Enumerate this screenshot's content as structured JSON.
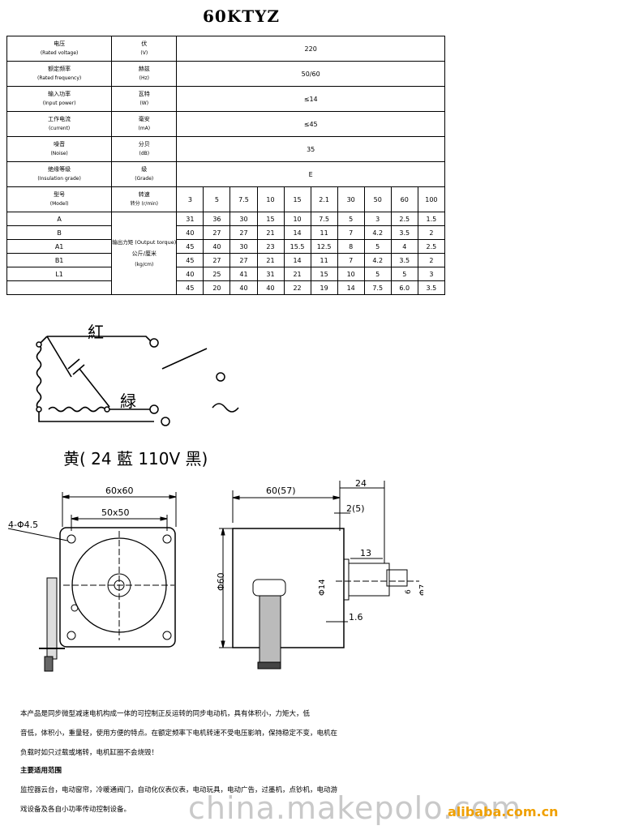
{
  "title": "60KTYZ",
  "specs": {
    "voltage": {
      "zh": "电压",
      "en": "(Rated voltage)",
      "unit_zh": "伏",
      "unit_en": "(V)",
      "value": "220"
    },
    "frequency": {
      "zh": "额定频率",
      "en": "(Rated frequency)",
      "unit_zh": "赫兹",
      "unit_en": "(Hz)",
      "value": "50/60"
    },
    "power": {
      "zh": "输入功率",
      "en": "(Input power)",
      "unit_zh": "瓦特",
      "unit_en": "(W)",
      "value": "≤14"
    },
    "current": {
      "zh": "工作电流",
      "en": "(current)",
      "unit_zh": "毫安",
      "unit_en": "(mA)",
      "value": "≤45"
    },
    "noise": {
      "zh": "噪音",
      "en": "(Noise)",
      "unit_zh": "分贝",
      "unit_en": "(dB)",
      "value": "35"
    },
    "insulation": {
      "zh": "绝缘等级",
      "en": "(Insulation grade)",
      "unit_zh": "级",
      "unit_en": "(Grade)",
      "value": "E"
    },
    "model": {
      "zh": "型号",
      "en": "(Model)"
    },
    "speed_label": {
      "zh": "转速",
      "line2": "转分 (r/min)"
    },
    "speeds": [
      "3",
      "5",
      "7.5",
      "10",
      "15",
      "2.1",
      "30",
      "50",
      "60",
      "100"
    ],
    "torque_label": {
      "zh": "输出力矩 (Output torque)",
      "unit": "公斤/厘米",
      "unit_en": "(kg/cm)"
    },
    "rows": [
      {
        "model": "A",
        "values": [
          "31",
          "36",
          "30",
          "15",
          "10",
          "7.5",
          "5",
          "3",
          "2.5",
          "1.5"
        ]
      },
      {
        "model": "B",
        "values": [
          "40",
          "27",
          "27",
          "21",
          "14",
          "11",
          "7",
          "4.2",
          "3.5",
          "2"
        ]
      },
      {
        "model": "A1",
        "values": [
          "45",
          "40",
          "30",
          "23",
          "15.5",
          "12.5",
          "8",
          "5",
          "4",
          "2.5"
        ]
      },
      {
        "model": "B1",
        "values": [
          "45",
          "27",
          "27",
          "21",
          "14",
          "11",
          "7",
          "4.2",
          "3.5",
          "2"
        ]
      },
      {
        "model": "L1",
        "values": [
          "40",
          "25",
          "41",
          "31",
          "21",
          "15",
          "10",
          "5",
          "5",
          "3"
        ]
      },
      {
        "model": "",
        "values": [
          "45",
          "20",
          "40",
          "40",
          "22",
          "19",
          "14",
          "7.5",
          "6.0",
          "3.5"
        ]
      }
    ]
  },
  "wiring": {
    "red": "紅",
    "green": "緑",
    "tilde": "~",
    "legend": "黄( 24 藍 110V 黑)"
  },
  "dims": {
    "front_outer": "60x60",
    "front_inner": "50x50",
    "holes": "4-Φ4.5",
    "side_length": "60(57)",
    "shaft_total": "24",
    "shaft_gap": "2(5)",
    "shaft_len": "13",
    "height": "Φ60",
    "boss": "Φ14",
    "shaft_d": "Φ7",
    "flat": "6",
    "flange": "1.6"
  },
  "description": {
    "p1": "本产品是同步微型减速电机构成一体的可控制正反运转的同步电动机，具有体积小，力矩大，低",
    "p2": "音低，体积小，重量轻，使用方便的特点。在额定频率下电机转速不受电压影响，保持稳定不变，电机在",
    "p3": "负载时如只过载或堵转，电机缸圈不会烧毁！",
    "app_title": "主要适用范围",
    "app1": "监控器云台，电动窗帘，冷暖通阀门，自动化仪表仪表，电动玩具，电动广告，过墨机，点钞机，电动游",
    "app2": "戏设备及各自小功率传动控制设备。"
  },
  "watermark": {
    "site": "china.makepolo.com",
    "ali": "alibaba.com.cn"
  }
}
